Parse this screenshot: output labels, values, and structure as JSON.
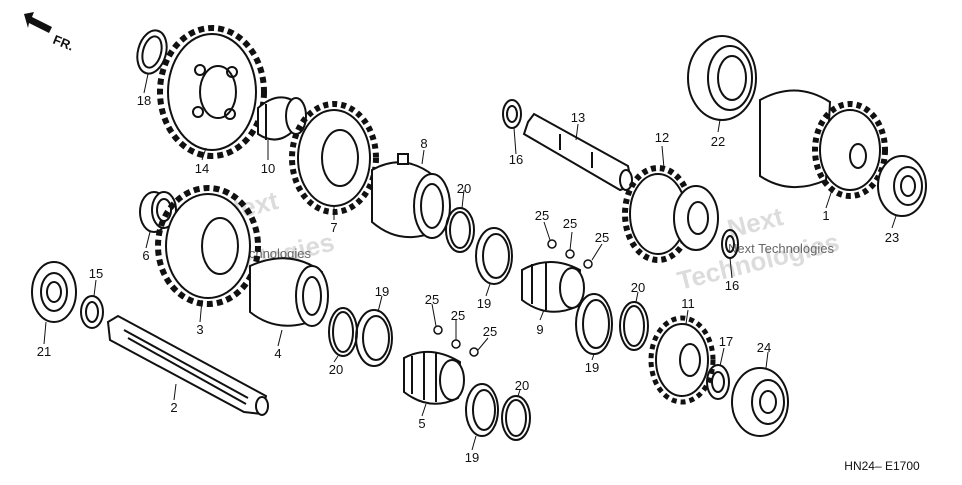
{
  "direction_label": "FR.",
  "diagram_code": "HN24– E1700",
  "watermarks": [
    "Next",
    "Technologies",
    "Next Technologies"
  ],
  "watermark_overlay_text": [
    "Next Technologies",
    "Next Technologies"
  ],
  "parts": [
    {
      "id": "18",
      "label": "18"
    },
    {
      "id": "14",
      "label": "14"
    },
    {
      "id": "10",
      "label": "10"
    },
    {
      "id": "7",
      "label": "7"
    },
    {
      "id": "8",
      "label": "8"
    },
    {
      "id": "6",
      "label": "6"
    },
    {
      "id": "3",
      "label": "3"
    },
    {
      "id": "4",
      "label": "4"
    },
    {
      "id": "15",
      "label": "15"
    },
    {
      "id": "21",
      "label": "21"
    },
    {
      "id": "2",
      "label": "2"
    },
    {
      "id": "20a",
      "label": "20"
    },
    {
      "id": "19a",
      "label": "19"
    },
    {
      "id": "20b",
      "label": "20"
    },
    {
      "id": "19b",
      "label": "19"
    },
    {
      "id": "25a",
      "label": "25"
    },
    {
      "id": "25b",
      "label": "25"
    },
    {
      "id": "25c",
      "label": "25"
    },
    {
      "id": "5",
      "label": "5"
    },
    {
      "id": "19c",
      "label": "19"
    },
    {
      "id": "20c",
      "label": "20"
    },
    {
      "id": "16a",
      "label": "16"
    },
    {
      "id": "13",
      "label": "13"
    },
    {
      "id": "25d",
      "label": "25"
    },
    {
      "id": "25e",
      "label": "25"
    },
    {
      "id": "25f",
      "label": "25"
    },
    {
      "id": "9",
      "label": "9"
    },
    {
      "id": "19d",
      "label": "19"
    },
    {
      "id": "20d",
      "label": "20"
    },
    {
      "id": "12",
      "label": "12"
    },
    {
      "id": "22",
      "label": "22"
    },
    {
      "id": "1",
      "label": "1"
    },
    {
      "id": "23",
      "label": "23"
    },
    {
      "id": "16b",
      "label": "16"
    },
    {
      "id": "11",
      "label": "11"
    },
    {
      "id": "17",
      "label": "17"
    },
    {
      "id": "24",
      "label": "24"
    }
  ]
}
